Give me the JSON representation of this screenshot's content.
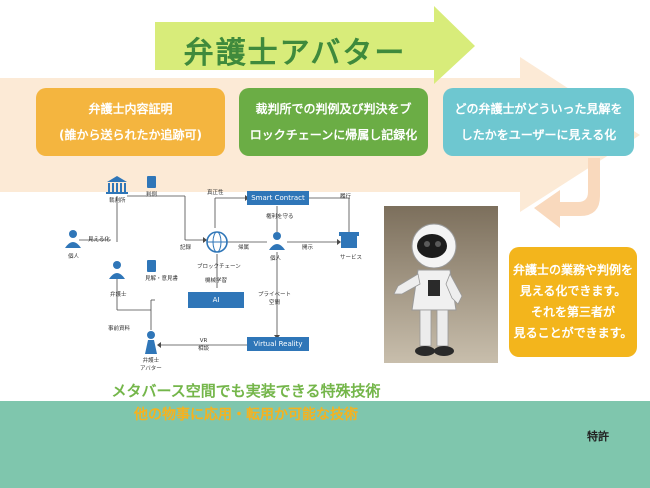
{
  "title": "弁護士アバター",
  "boxes": [
    {
      "line1": "弁護士内容証明",
      "line2": "(誰から送られたか追跡可)",
      "color": "#f4b53f"
    },
    {
      "line1": "裁判所での判例及び判決をブ",
      "line2": "ロックチェーンに帰属し記録化",
      "color": "#6bad45"
    },
    {
      "line1": "どの弁護士がどういった見解を",
      "line2": "したかをユーザーに見える化",
      "color": "#6ec7d0"
    }
  ],
  "side_box": {
    "lines": [
      "弁護士の業務や判例を",
      "見える化できます。",
      "それを第三者が",
      "見ることができます。"
    ],
    "color": "#f3b51c"
  },
  "diagram": {
    "smart_contract": "Smart Contract",
    "ai": "AI",
    "vr": "Virtual Reality",
    "labels": {
      "saibansho": "裁判所",
      "hanrei": "判例",
      "kojin_left": "個人",
      "mieruka": "見える化",
      "bengoshi": "弁護士",
      "kenkai": "見解・意見書",
      "jizen_shiryo": "事前資料",
      "avatar": "弁護士\nアバター",
      "vr_soudan": "VR\n相談",
      "shinsei": "真正性",
      "kiroku": "記録",
      "blockchain": "ブロックチェーン",
      "kikai_gakushu": "機械学習",
      "kenri": "権利を守る",
      "kizoku": "帰属",
      "kojin_right": "個人",
      "rikou": "履行",
      "kaiji": "開示",
      "service": "サービス",
      "private": "プライベート\n空間"
    }
  },
  "tagline1": "メタバース空間でも実装できる特殊技術",
  "tagline2": "他の物事に応用・転用か可能な技術",
  "patent": "特許",
  "colors": {
    "title_green": "#3f8a3c",
    "arrow_green": "#d8ec7a",
    "arrow_peach": "#fbe6cf",
    "band": "#7fc6ad",
    "diagram_blue": "#2f76b8"
  }
}
